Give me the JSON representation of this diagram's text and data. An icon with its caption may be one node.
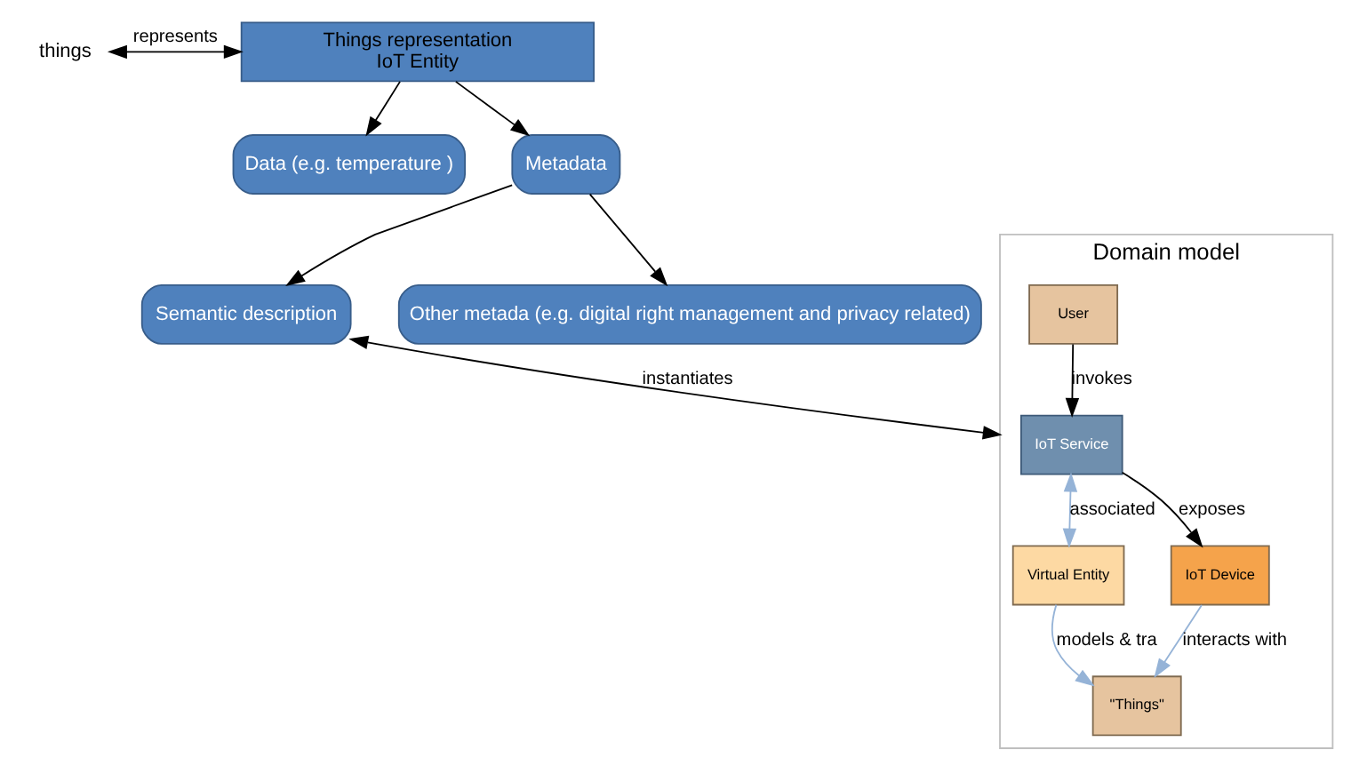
{
  "diagram": {
    "nodes": [
      {
        "text": [
          "things"
        ]
      },
      {
        "text": [
          "Things representation",
          "IoT Entity"
        ]
      },
      {
        "text": [
          "Data (e.g. temperature )"
        ]
      },
      {
        "text": [
          "Metadata"
        ]
      },
      {
        "text": [
          "Semantic description"
        ]
      },
      {
        "text": [
          "Other metada (e.g. digital right management and privacy related)"
        ]
      },
      {
        "text": [
          "Domain model"
        ]
      },
      {
        "text": [
          "User"
        ],
        "in": 6
      },
      {
        "text": [
          "IoT Service"
        ],
        "in": 6
      },
      {
        "text": [
          "Virtual Entity"
        ],
        "in": 6
      },
      {
        "text": [
          "IoT Device"
        ],
        "in": 6
      },
      {
        "text": [
          "\"Things\""
        ],
        "in": 6
      }
    ],
    "edges": [
      {
        "from": 0,
        "to": 1,
        "arrow": "both",
        "label": "represents"
      },
      {
        "from": 1,
        "to": 2,
        "arrow": "to"
      },
      {
        "from": 1,
        "to": 3,
        "arrow": "to"
      },
      {
        "from": 3,
        "to": 4,
        "arrow": "to"
      },
      {
        "from": 3,
        "to": 5,
        "arrow": "to"
      },
      {
        "from": 4,
        "to": 6,
        "arrow": "both",
        "label": "instantiates"
      },
      {
        "from": 7,
        "to": 8,
        "arrow": "to",
        "label": "invokes"
      },
      {
        "from": 8,
        "to": 9,
        "arrow": "both",
        "label": "associated",
        "color": "#95b3d7"
      },
      {
        "from": 8,
        "to": 10,
        "arrow": "to",
        "label": "exposes"
      },
      {
        "from": 10,
        "to": 11,
        "arrow": "to",
        "label": "interacts with",
        "color": "#95b3d7"
      },
      {
        "from": 9,
        "to": 11,
        "arrow": "to",
        "label": "models & tra",
        "color": "#95b3d7"
      }
    ]
  }
}
